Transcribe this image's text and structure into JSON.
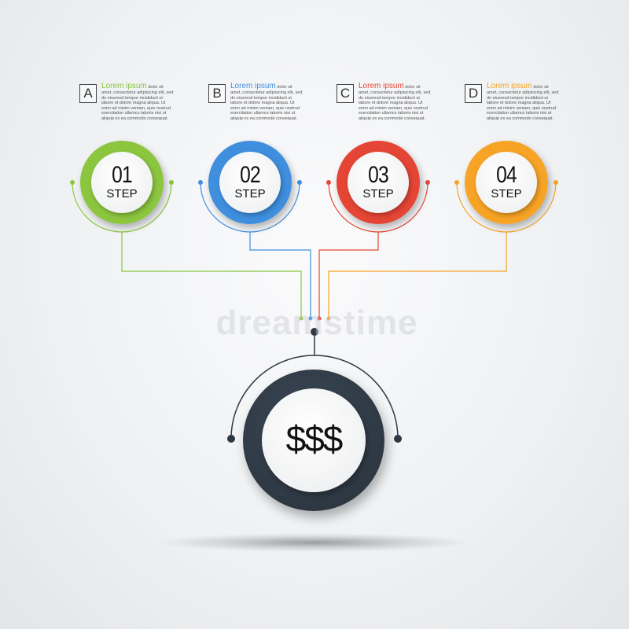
{
  "steps": [
    {
      "letter": "A",
      "title": "Lorem ipsum",
      "title_rest": "dolor sit",
      "body": "amet, consectetur adipisicing elit, sed do eiusmod tempor incididunt ut labore et dolore magna aliqua. Ut enim ad minim veniam, quis nostrud exercitation ullamco laboris nisi ut aliquip ex ea commodo consequat.",
      "number": "01",
      "label": "STEP",
      "color": "#8cc63f"
    },
    {
      "letter": "B",
      "title": "Lorem ipsum",
      "title_rest": "dolor sit",
      "body": "amet, consectetur adipisicing elit, sed do eiusmod tempor incididunt ut labore et dolore magna aliqua. Ut enim ad minim veniam, quis nostrud exercitation ullamco laboris nisi ut aliquip ex ea commodo consequat.",
      "number": "02",
      "label": "STEP",
      "color": "#3f8fde"
    },
    {
      "letter": "C",
      "title": "Lorem ipsum",
      "title_rest": "dolor sit",
      "body": "amet, consectetur adipisicing elit, sed do eiusmod tempor incididunt ut labore et dolore magna aliqua. Ut enim ad minim veniam, quis nostrud exercitation ullamco laboris nisi ut aliquip ex ea commodo consequat.",
      "number": "03",
      "label": "STEP",
      "color": "#e54535"
    },
    {
      "letter": "D",
      "title": "Lorem ipsum",
      "title_rest": "dolor sit",
      "body": "amet, consectetur adipisicing elit, sed do eiusmod tempor incididunt ut labore et dolore magna aliqua. Ut enim ad minim veniam, quis nostrud exercitation ullamco laboris nisi ut aliquip ex ea commodo consequat.",
      "number": "04",
      "label": "STEP",
      "color": "#f7a325"
    }
  ],
  "hub": {
    "label": "$$$",
    "color": "#2d3843"
  },
  "watermark": "dreamstime"
}
